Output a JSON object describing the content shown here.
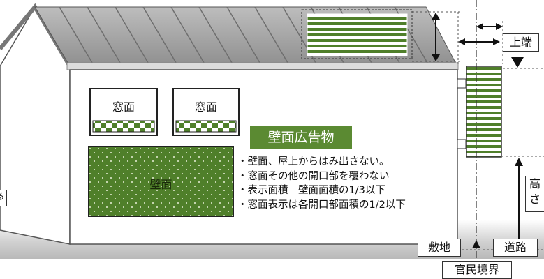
{
  "labels": {
    "window_left": "窓面",
    "window_right": "窓面",
    "wall": "壁面",
    "ad_title": "壁面広告物",
    "top_edge": "上端",
    "height": "高さ",
    "site": "敷地",
    "road": "道路",
    "boundary": "官民境界",
    "left_cut": "る"
  },
  "bullets": [
    "・壁面、屋上からはみ出さない。",
    "・窓面その他の開口部を覆わない",
    "・表示面積　壁面面積の1/3以下",
    "・窓面表示は各開口部面積の1/2以下"
  ],
  "colors": {
    "green": "#4f7f2a",
    "roof": "#a9a9a9",
    "ground": "#c9c9c9"
  }
}
